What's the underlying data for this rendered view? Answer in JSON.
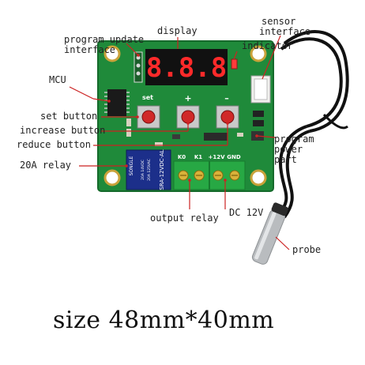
{
  "labels": {
    "program_update": "program update",
    "interface": "interface",
    "display": "display",
    "sensor": "sensor",
    "sensor_interface": "interface",
    "indicator": "indicator",
    "mcu": "MCU",
    "set_button": "set button",
    "increase_button": "increase button",
    "reduce_button": "reduce button",
    "relay_20a": "20A relay",
    "program": "program",
    "power": "power",
    "part": "part",
    "output_relay": "output relay",
    "dc_12v": "DC 12V",
    "probe": "probe"
  },
  "board": {
    "display_digits": "8.8.8",
    "btn_set": "set",
    "btn_plus": "+",
    "btn_minus": "–",
    "terminals": [
      "K0",
      "K1",
      "+12V",
      "GND"
    ],
    "relay_brand": "SONGLE",
    "relay_model": "SRA-12VDC-AL",
    "relay_rating_1": "20A 14VDC",
    "relay_rating_2": "20A 125VAC"
  },
  "size_caption": "size 48mm*40mm",
  "colors": {
    "pcb": "#1f8a3a",
    "display": "#111111",
    "segments": "#ff2a2a",
    "relay": "#1c2f8a",
    "terminal": "#27a844",
    "annotation_line": "#cc2222",
    "probe": "#b9bcbf"
  }
}
